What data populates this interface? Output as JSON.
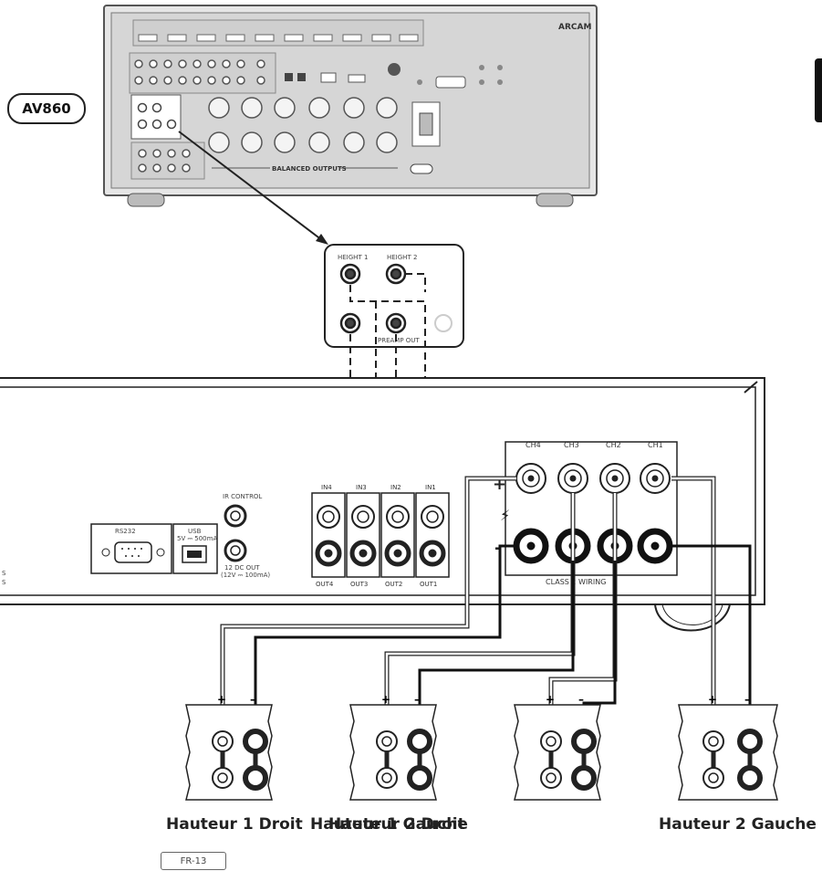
{
  "model": "AV860",
  "brand": "ARCAM",
  "av860_labels": {
    "balanced_outputs": "BALANCED OUTPUTS"
  },
  "zoom_panel": {
    "top_left": "HEIGHT 1",
    "top_right": "HEIGHT 2",
    "bottom": "PREAMP OUT"
  },
  "amp": {
    "rs232": "RS232",
    "usb": "USB",
    "usb_sub": "5V ⎓ 500mA",
    "ir_in": "IR CONTROL",
    "trigger_out": "12 DC OUT",
    "trigger_sub": "(12V ⎓ 100mA)",
    "inputs": [
      "IN4",
      "IN3",
      "IN2",
      "IN1"
    ],
    "outputs": [
      "OUT4",
      "OUT3",
      "OUT2",
      "OUT1"
    ],
    "channels": [
      "CH4",
      "CH3",
      "CH2",
      "CH1"
    ],
    "class2": "CLASS 2 WIRING",
    "plus": "+",
    "minus": "-"
  },
  "speakers": [
    {
      "caption": "Hauteur 1 Droit",
      "plus": "+",
      "minus": "–"
    },
    {
      "caption": "Hauteur 1 Gauche",
      "plus": "+",
      "minus": "–"
    },
    {
      "caption": "Hauteur 2 Droit",
      "plus": "+",
      "minus": "–"
    },
    {
      "caption": "Hauteur 2 Gauche",
      "plus": "+",
      "minus": "–"
    }
  ],
  "page_tag": "FR-13"
}
